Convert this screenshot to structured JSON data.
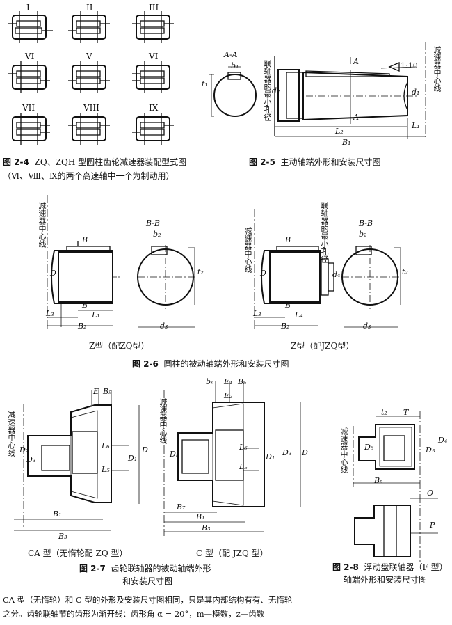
{
  "fig24": {
    "roman": [
      "I",
      "II",
      "III",
      "VI",
      "V",
      "VI",
      "VII",
      "VIII",
      "IX"
    ],
    "caption_label": "图 2-4",
    "caption": "ZQ、ZQH 型圆柱齿轮减速器装配型式图",
    "caption2": "（Ⅵ、Ⅷ、Ⅸ的两个高速轴中一个为制动用）"
  },
  "fig25": {
    "section": "A-A",
    "b1": "b₁",
    "t1": "t₁",
    "A": "A",
    "taper": "1:10",
    "d2": "d₂",
    "d1": "d₁",
    "L2": "L₂",
    "L1": "L₁",
    "B1": "B₁",
    "vert_left": "联轴器的最小孔径",
    "vert_right": "减速器中心线",
    "caption_label": "图 2-5",
    "caption": "主动轴端外形和安装尺寸图"
  },
  "fig26": {
    "left_vert": "减速器中心线",
    "section": "B-B",
    "B": "B",
    "b2": "b₂",
    "t2": "t₂",
    "L1": "L₁",
    "L3": "L₃",
    "B2": "B₂",
    "d3": "d₃",
    "D": "D",
    "left_sub": "Z型（配ZQ型）",
    "right_vert1": "减速器中心线",
    "right_vert2": "联轴器的最小孔径",
    "L4": "L₄",
    "d4": "d₄",
    "right_sub": "Z型（配JZQ型）",
    "caption_label": "图 2-6",
    "caption": "圆柱的被动轴端外形和安装尺寸图"
  },
  "fig27": {
    "vert1": "减速器中心线",
    "vert2": "减速器中心线",
    "E": "E",
    "B5": "B₅",
    "bn": "bₙ",
    "E1": "E₁",
    "E2": "E₂",
    "L6": "L₆",
    "L5": "L₅",
    "D2": "D₂",
    "D3": "D₃",
    "D1": "D₁",
    "D": "D",
    "Dn": "Dₙ",
    "B1": "B₁",
    "B3": "B₃",
    "B7": "B₇",
    "left_sub": "CA 型（无惰轮配 ZQ 型）",
    "right_sub": "C 型（配 JZQ 型）",
    "caption_label": "图 2-7",
    "caption": "齿轮联轴器的被动轴端外形",
    "caption2": "和安装尺寸图"
  },
  "fig28": {
    "vert": "减速器中心线",
    "t2": "t₂",
    "T": "T",
    "D6": "D₆",
    "D5": "D₅",
    "D4": "D₄",
    "B6": "B₆",
    "O": "O",
    "P": "P",
    "caption_label": "图 2-8",
    "caption": "浮动盘联轴器（F 型）",
    "caption2": "轴端外形和安装尺寸图"
  },
  "footer": {
    "line1": "CA 型（无惰轮）和 C 型的外形及安装尺寸图相同，只是其内部结构有有、无惰轮",
    "line2": "之分。齿轮联轴节的齿形为渐开线：齿形角 α = 20°，m—模数，z—齿数"
  }
}
